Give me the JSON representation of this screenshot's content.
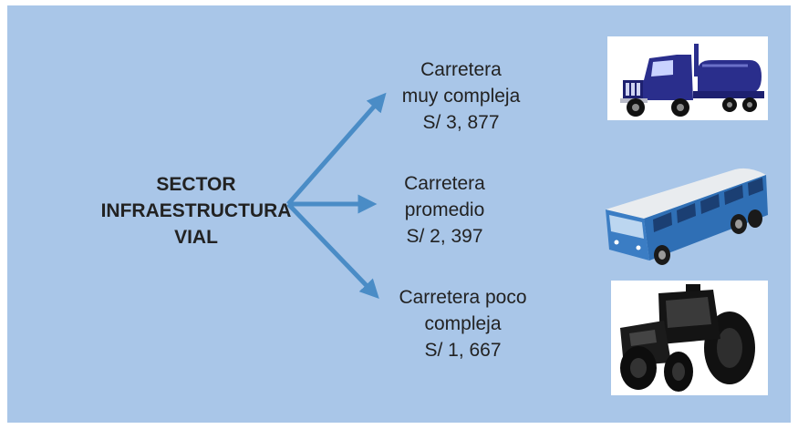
{
  "source": {
    "lines": [
      "SECTOR",
      "INFRAESTRUCTURA",
      "VIAL"
    ]
  },
  "branches": [
    {
      "lines": [
        "Carretera",
        "muy compleja",
        "S/ 3, 877"
      ],
      "icon": "tanker-truck-icon"
    },
    {
      "lines": [
        "Carretera",
        "promedio",
        "S/ 2, 397"
      ],
      "icon": "bus-icon"
    },
    {
      "lines": [
        "Carretera poco",
        "compleja",
        "S/ 1, 667"
      ],
      "icon": "tractor-icon"
    }
  ],
  "colors": {
    "background": "#a9c6e8",
    "arrow": "#4a8cc6",
    "text": "#222222",
    "truck": "#2a2e8c",
    "bus": "#2f6fb5",
    "tractor": "#111111"
  }
}
